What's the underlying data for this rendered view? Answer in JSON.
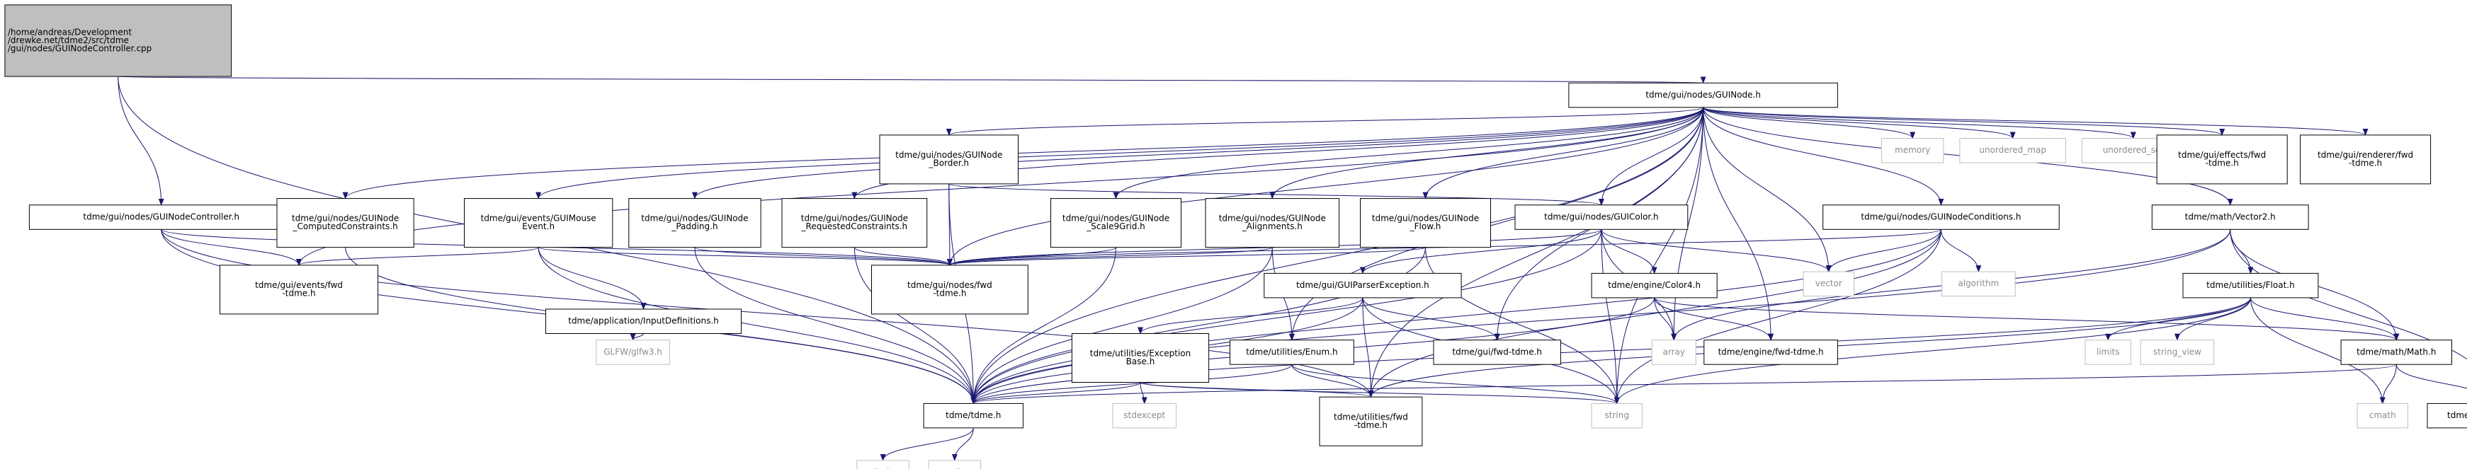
{
  "colors": {
    "edge": "#191970",
    "root_fill": "#bfbfbf",
    "system_border": "#bfbfbf",
    "system_text": "#8c8c8c"
  },
  "nodes": [
    {
      "id": "root",
      "lines": [
        "/home/andreas/Development",
        "/drewke.net/tdme2/src/tdme",
        "/gui/nodes/GUINodeController.cpp"
      ],
      "kind": "root"
    },
    {
      "id": "guinode",
      "lines": [
        "tdme/gui/nodes/GUINode.h"
      ],
      "kind": "normal"
    },
    {
      "id": "guinodecontroller",
      "lines": [
        "tdme/gui/nodes/GUINodeController.h"
      ],
      "kind": "normal"
    },
    {
      "id": "computed",
      "lines": [
        "tdme/gui/nodes/GUINode",
        "_ComputedConstraints.h"
      ],
      "kind": "normal"
    },
    {
      "id": "mouseevent",
      "lines": [
        "tdme/gui/events/GUIMouse",
        "Event.h"
      ],
      "kind": "normal"
    },
    {
      "id": "padding",
      "lines": [
        "tdme/gui/nodes/GUINode",
        "_Padding.h"
      ],
      "kind": "normal"
    },
    {
      "id": "requested",
      "lines": [
        "tdme/gui/nodes/GUINode",
        "_RequestedConstraints.h"
      ],
      "kind": "normal"
    },
    {
      "id": "border",
      "lines": [
        "tdme/gui/nodes/GUINode",
        "_Border.h"
      ],
      "kind": "normal"
    },
    {
      "id": "scale9",
      "lines": [
        "tdme/gui/nodes/GUINode",
        "_Scale9Grid.h"
      ],
      "kind": "normal"
    },
    {
      "id": "alignments",
      "lines": [
        "tdme/gui/nodes/GUINode",
        "_Alignments.h"
      ],
      "kind": "normal"
    },
    {
      "id": "flow",
      "lines": [
        "tdme/gui/nodes/GUINode",
        "_Flow.h"
      ],
      "kind": "normal"
    },
    {
      "id": "guicolor",
      "lines": [
        "tdme/gui/nodes/GUIColor.h"
      ],
      "kind": "normal"
    },
    {
      "id": "conditions",
      "lines": [
        "tdme/gui/nodes/GUINodeConditions.h"
      ],
      "kind": "normal"
    },
    {
      "id": "vector2",
      "lines": [
        "tdme/math/Vector2.h"
      ],
      "kind": "normal"
    },
    {
      "id": "memory",
      "lines": [
        "memory"
      ],
      "kind": "system"
    },
    {
      "id": "umap",
      "lines": [
        "unordered_map"
      ],
      "kind": "system"
    },
    {
      "id": "uset",
      "lines": [
        "unordered_set"
      ],
      "kind": "system"
    },
    {
      "id": "effectsfwd",
      "lines": [
        "tdme/gui/effects/fwd",
        "-tdme.h"
      ],
      "kind": "normal"
    },
    {
      "id": "rendererfwd",
      "lines": [
        "tdme/gui/renderer/fwd",
        "-tdme.h"
      ],
      "kind": "normal"
    },
    {
      "id": "eventsfwd",
      "lines": [
        "tdme/gui/events/fwd",
        "-tdme.h"
      ],
      "kind": "normal"
    },
    {
      "id": "nodesfwd",
      "lines": [
        "tdme/gui/nodes/fwd",
        "-tdme.h"
      ],
      "kind": "normal"
    },
    {
      "id": "inputdefs",
      "lines": [
        "tdme/application/InputDefinitions.h"
      ],
      "kind": "normal"
    },
    {
      "id": "glfw3",
      "lines": [
        "GLFW/glfw3.h"
      ],
      "kind": "system"
    },
    {
      "id": "vector",
      "lines": [
        "vector"
      ],
      "kind": "system"
    },
    {
      "id": "parserexception",
      "lines": [
        "tdme/gui/GUIParserException.h"
      ],
      "kind": "normal"
    },
    {
      "id": "color4",
      "lines": [
        "tdme/engine/Color4.h"
      ],
      "kind": "normal"
    },
    {
      "id": "algorithm",
      "lines": [
        "algorithm"
      ],
      "kind": "system"
    },
    {
      "id": "float",
      "lines": [
        "tdme/utilities/Float.h"
      ],
      "kind": "normal"
    },
    {
      "id": "exceptionbase",
      "lines": [
        "tdme/utilities/Exception",
        "Base.h"
      ],
      "kind": "normal"
    },
    {
      "id": "enum",
      "lines": [
        "tdme/utilities/Enum.h"
      ],
      "kind": "normal"
    },
    {
      "id": "guifwd",
      "lines": [
        "tdme/gui/fwd-tdme.h"
      ],
      "kind": "normal"
    },
    {
      "id": "array",
      "lines": [
        "array"
      ],
      "kind": "system"
    },
    {
      "id": "enginefwd",
      "lines": [
        "tdme/engine/fwd-tdme.h"
      ],
      "kind": "normal"
    },
    {
      "id": "limits",
      "lines": [
        "limits"
      ],
      "kind": "system"
    },
    {
      "id": "stringview",
      "lines": [
        "string_view"
      ],
      "kind": "system"
    },
    {
      "id": "mathh",
      "lines": [
        "tdme/math/Math.h"
      ],
      "kind": "normal"
    },
    {
      "id": "tdmeh",
      "lines": [
        "tdme/tdme.h"
      ],
      "kind": "normal"
    },
    {
      "id": "stdexcept",
      "lines": [
        "stdexcept"
      ],
      "kind": "system"
    },
    {
      "id": "utilfwd",
      "lines": [
        "tdme/utilities/fwd",
        "-tdme.h"
      ],
      "kind": "normal"
    },
    {
      "id": "string",
      "lines": [
        "string"
      ],
      "kind": "system"
    },
    {
      "id": "cmath",
      "lines": [
        "cmath"
      ],
      "kind": "system"
    },
    {
      "id": "mathfwd",
      "lines": [
        "tdme/math/fwd-tdme.h"
      ],
      "kind": "normal"
    },
    {
      "id": "climits",
      "lines": [
        "climits"
      ],
      "kind": "system"
    },
    {
      "id": "cstdint",
      "lines": [
        "cstdint"
      ],
      "kind": "system"
    }
  ],
  "edges": [
    [
      "root",
      "guinode"
    ],
    [
      "root",
      "guinodecontroller"
    ],
    [
      "root",
      "tdmeh"
    ],
    [
      "guinodecontroller",
      "nodesfwd"
    ],
    [
      "guinodecontroller",
      "eventsfwd"
    ],
    [
      "guinodecontroller",
      "tdmeh"
    ],
    [
      "guinodecontroller",
      "utilfwd"
    ],
    [
      "guinode",
      "computed"
    ],
    [
      "guinode",
      "mouseevent"
    ],
    [
      "guinode",
      "padding"
    ],
    [
      "guinode",
      "requested"
    ],
    [
      "guinode",
      "border"
    ],
    [
      "guinode",
      "scale9"
    ],
    [
      "guinode",
      "alignments"
    ],
    [
      "guinode",
      "flow"
    ],
    [
      "guinode",
      "guicolor"
    ],
    [
      "guinode",
      "conditions"
    ],
    [
      "guinode",
      "vector2"
    ],
    [
      "guinode",
      "memory"
    ],
    [
      "guinode",
      "umap"
    ],
    [
      "guinode",
      "uset"
    ],
    [
      "guinode",
      "effectsfwd"
    ],
    [
      "guinode",
      "rendererfwd"
    ],
    [
      "guinode",
      "eventsfwd"
    ],
    [
      "guinode",
      "nodesfwd"
    ],
    [
      "guinode",
      "vector"
    ],
    [
      "guinode",
      "array"
    ],
    [
      "guinode",
      "enginefwd"
    ],
    [
      "guinode",
      "tdmeh"
    ],
    [
      "guinode",
      "string"
    ],
    [
      "guinode",
      "guifwd"
    ],
    [
      "guinode",
      "utilfwd"
    ],
    [
      "guinode",
      "enum"
    ],
    [
      "computed",
      "tdmeh"
    ],
    [
      "mouseevent",
      "inputdefs"
    ],
    [
      "mouseevent",
      "eventsfwd"
    ],
    [
      "mouseevent",
      "nodesfwd"
    ],
    [
      "mouseevent",
      "tdmeh"
    ],
    [
      "inputdefs",
      "glfw3"
    ],
    [
      "padding",
      "nodesfwd"
    ],
    [
      "padding",
      "tdmeh"
    ],
    [
      "requested",
      "nodesfwd"
    ],
    [
      "requested",
      "tdmeh"
    ],
    [
      "border",
      "guicolor"
    ],
    [
      "border",
      "nodesfwd"
    ],
    [
      "border",
      "tdmeh"
    ],
    [
      "scale9",
      "nodesfwd"
    ],
    [
      "scale9",
      "tdmeh"
    ],
    [
      "alignments",
      "nodesfwd"
    ],
    [
      "alignments",
      "tdmeh"
    ],
    [
      "alignments",
      "enum"
    ],
    [
      "flow",
      "nodesfwd"
    ],
    [
      "flow",
      "tdmeh"
    ],
    [
      "flow",
      "string"
    ],
    [
      "guicolor",
      "nodesfwd"
    ],
    [
      "guicolor",
      "parserexception"
    ],
    [
      "guicolor",
      "color4"
    ],
    [
      "guicolor",
      "vector"
    ],
    [
      "guicolor",
      "array"
    ],
    [
      "guicolor",
      "string"
    ],
    [
      "guicolor",
      "tdmeh"
    ],
    [
      "parserexception",
      "guifwd"
    ],
    [
      "parserexception",
      "exceptionbase"
    ],
    [
      "parserexception",
      "utilfwd"
    ],
    [
      "parserexception",
      "string"
    ],
    [
      "parserexception",
      "tdmeh"
    ],
    [
      "exceptionbase",
      "stdexcept"
    ],
    [
      "exceptionbase",
      "string"
    ],
    [
      "exceptionbase",
      "tdmeh"
    ],
    [
      "exceptionbase",
      "utilfwd"
    ],
    [
      "enum",
      "string"
    ],
    [
      "enum",
      "utilfwd"
    ],
    [
      "enum",
      "tdmeh"
    ],
    [
      "color4",
      "enginefwd"
    ],
    [
      "color4",
      "array"
    ],
    [
      "color4",
      "mathh"
    ],
    [
      "color4",
      "tdmeh"
    ],
    [
      "conditions",
      "nodesfwd"
    ],
    [
      "conditions",
      "algorithm"
    ],
    [
      "conditions",
      "vector"
    ],
    [
      "conditions",
      "string"
    ],
    [
      "conditions",
      "tdmeh"
    ],
    [
      "conditions",
      "utilfwd"
    ],
    [
      "vector2",
      "float"
    ],
    [
      "vector2",
      "mathh"
    ],
    [
      "vector2",
      "mathfwd"
    ],
    [
      "vector2",
      "array"
    ],
    [
      "vector2",
      "tdmeh"
    ],
    [
      "float",
      "limits"
    ],
    [
      "float",
      "stringview"
    ],
    [
      "float",
      "mathh"
    ],
    [
      "float",
      "cmath"
    ],
    [
      "float",
      "string"
    ],
    [
      "float",
      "utilfwd"
    ],
    [
      "float",
      "tdmeh"
    ],
    [
      "mathh",
      "cmath"
    ],
    [
      "mathh",
      "mathfwd"
    ],
    [
      "mathh",
      "tdmeh"
    ],
    [
      "tdmeh",
      "climits"
    ],
    [
      "tdmeh",
      "cstdint"
    ]
  ]
}
